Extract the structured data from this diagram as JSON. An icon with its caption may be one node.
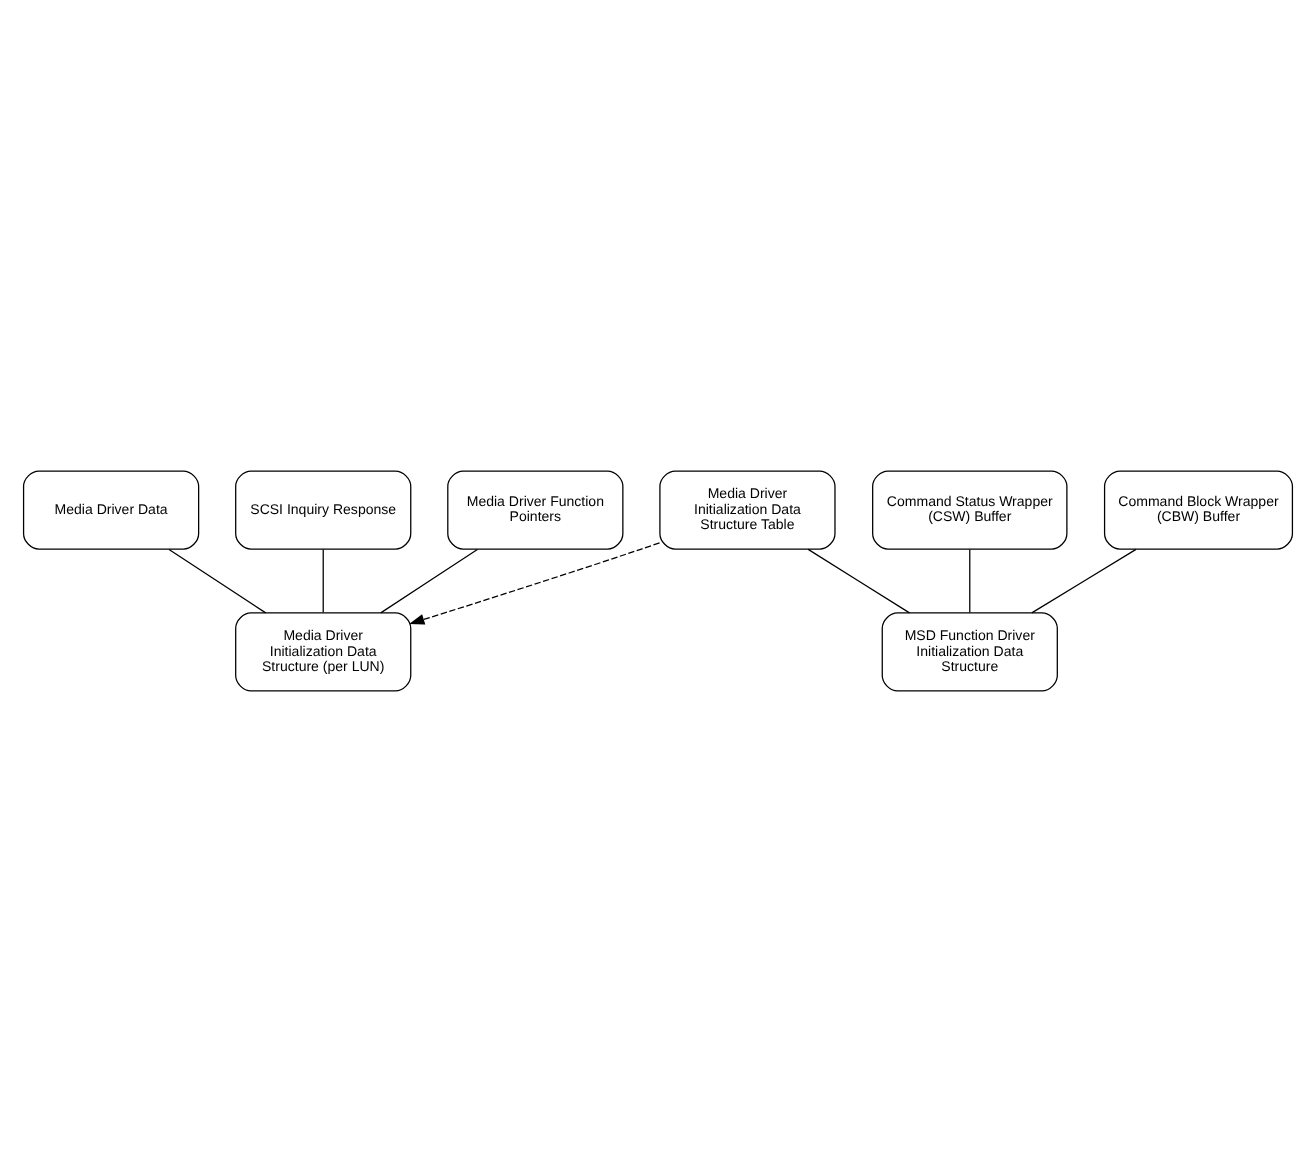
{
  "diagram": {
    "nodes": [
      {
        "text": [
          "Media Driver Data"
        ]
      },
      {
        "text": [
          "SCSI Inquiry Response"
        ]
      },
      {
        "text": [
          "Media Driver Function Pointers"
        ]
      },
      {
        "text": [
          "Media Driver Initialization Data Structure (per LUN)"
        ]
      },
      {
        "text": [
          "Command Status Wrapper (CSW) Buffer"
        ]
      },
      {
        "text": [
          "Command Block Wrapper (CBW) Buffer"
        ]
      },
      {
        "text": [
          "Media Driver Initialization Data Structure Table"
        ]
      },
      {
        "text": [
          "MSD Function Driver Initialization Data Structure"
        ]
      }
    ],
    "edges": [
      {
        "from": 0,
        "to": 3,
        "arrow": "none"
      },
      {
        "from": 1,
        "to": 3,
        "arrow": "none"
      },
      {
        "from": 2,
        "to": 3,
        "arrow": "none"
      },
      {
        "from": 6,
        "to": 3,
        "arrow": "to",
        "style": "dashed"
      },
      {
        "from": 4,
        "to": 7,
        "arrow": "none"
      },
      {
        "from": 5,
        "to": 7,
        "arrow": "none"
      },
      {
        "from": 6,
        "to": 7,
        "arrow": "none"
      }
    ]
  }
}
